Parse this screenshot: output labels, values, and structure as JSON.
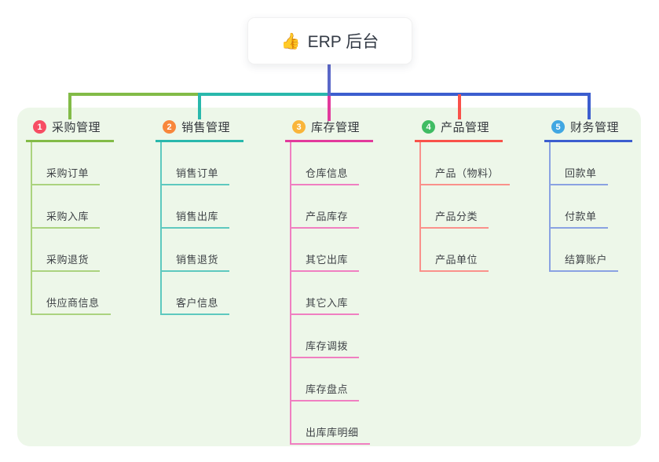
{
  "root": {
    "icon": "👍",
    "label": "ERP 后台"
  },
  "branches": [
    {
      "num": "1",
      "label": "采购管理",
      "badge_color": "#f74d63",
      "line_color": "#82bb47",
      "child_line_color": "#abd37f",
      "children": [
        "采购订单",
        "采购入库",
        "采购退货",
        "供应商信息"
      ]
    },
    {
      "num": "2",
      "label": "销售管理",
      "badge_color": "#f8873c",
      "line_color": "#29b8ac",
      "child_line_color": "#5ec9bf",
      "children": [
        "销售订单",
        "销售出库",
        "销售退货",
        "客户信息"
      ]
    },
    {
      "num": "3",
      "label": "库存管理",
      "badge_color": "#f9b53a",
      "line_color": "#e23a9c",
      "child_line_color": "#f07fc1",
      "children": [
        "仓库信息",
        "产品库存",
        "其它出库",
        "其它入库",
        "库存调拨",
        "库存盘点",
        "出库库明细"
      ]
    },
    {
      "num": "4",
      "label": "产品管理",
      "badge_color": "#3fbc63",
      "line_color": "#f9524a",
      "child_line_color": "#fa918b",
      "children": [
        "产品（物料）",
        "产品分类",
        "产品单位"
      ]
    },
    {
      "num": "5",
      "label": "财务管理",
      "badge_color": "#41a7e2",
      "line_color": "#3c5ecf",
      "child_line_color": "#8aa2e2",
      "children": [
        "回款单",
        "付款单",
        "结算账户"
      ]
    }
  ],
  "colors": {
    "canvas_bg": "#ffffff",
    "panel_bg": "#edf7e9",
    "root_trunk_line": "#5b68c8",
    "text": "#34383d"
  }
}
